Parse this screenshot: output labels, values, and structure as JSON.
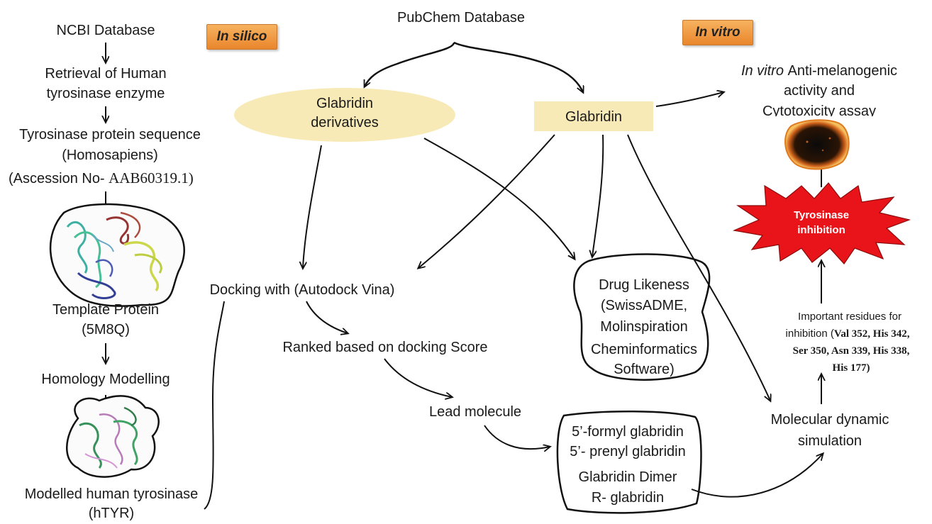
{
  "left_column": {
    "ncbi": "NCBI Database",
    "retrieval_line1": "Retrieval of Human",
    "retrieval_line2": "tyrosinase enzyme",
    "sequence_line1": "Tyrosinase protein sequence",
    "sequence_line2": "(Homosapiens)",
    "accession_prefix": "(Ascession No-",
    "accession_number": "AAB60319.1)",
    "template_line1": "Template Protein",
    "template_line2": "(5M8Q)",
    "homology": "Homology Modelling",
    "modelled_line1": "Modelled human tyrosinase",
    "modelled_line2": "(hTYR)"
  },
  "tags": {
    "in_silico": "In silico",
    "in_vitro": "In vitro"
  },
  "pubchem": "PubChem Database",
  "derivatives_line1": "Glabridin",
  "derivatives_line2": "derivatives",
  "glabridin": "Glabridin",
  "docking": "Docking with (Autodock Vina)",
  "ranked": "Ranked based on docking Score",
  "lead": "Lead molecule",
  "leads": [
    "5’-formyl glabridin",
    "5’- prenyl glabridin",
    "Glabridin Dimer",
    "R- glabridin"
  ],
  "drug_likeness": [
    "Drug Likeness",
    "(SwissADME,",
    "Molinspiration",
    "Cheminformatics",
    "Software)"
  ],
  "in_vitro_block": {
    "italic_prefix": "In vitro ",
    "line1_rest": "Anti-melanogenic",
    "line2": "activity and",
    "line3": "Cytotoxicity assay"
  },
  "tyrosinase_line1": "Tyrosinase",
  "tyrosinase_line2": "inhibition",
  "residues": {
    "line1": "Important residues for",
    "line2_prefix": "inhibition (",
    "line2_bold": "Val 352, His 342,",
    "line3": "Ser 350, Asn 339, His 338,",
    "line4": "His 177)"
  },
  "md_line1": "Molecular dynamic",
  "md_line2": "simulation",
  "colors": {
    "highlight": "#f8eab6",
    "star": "#e8141a",
    "tag": "#ef9a3e"
  }
}
